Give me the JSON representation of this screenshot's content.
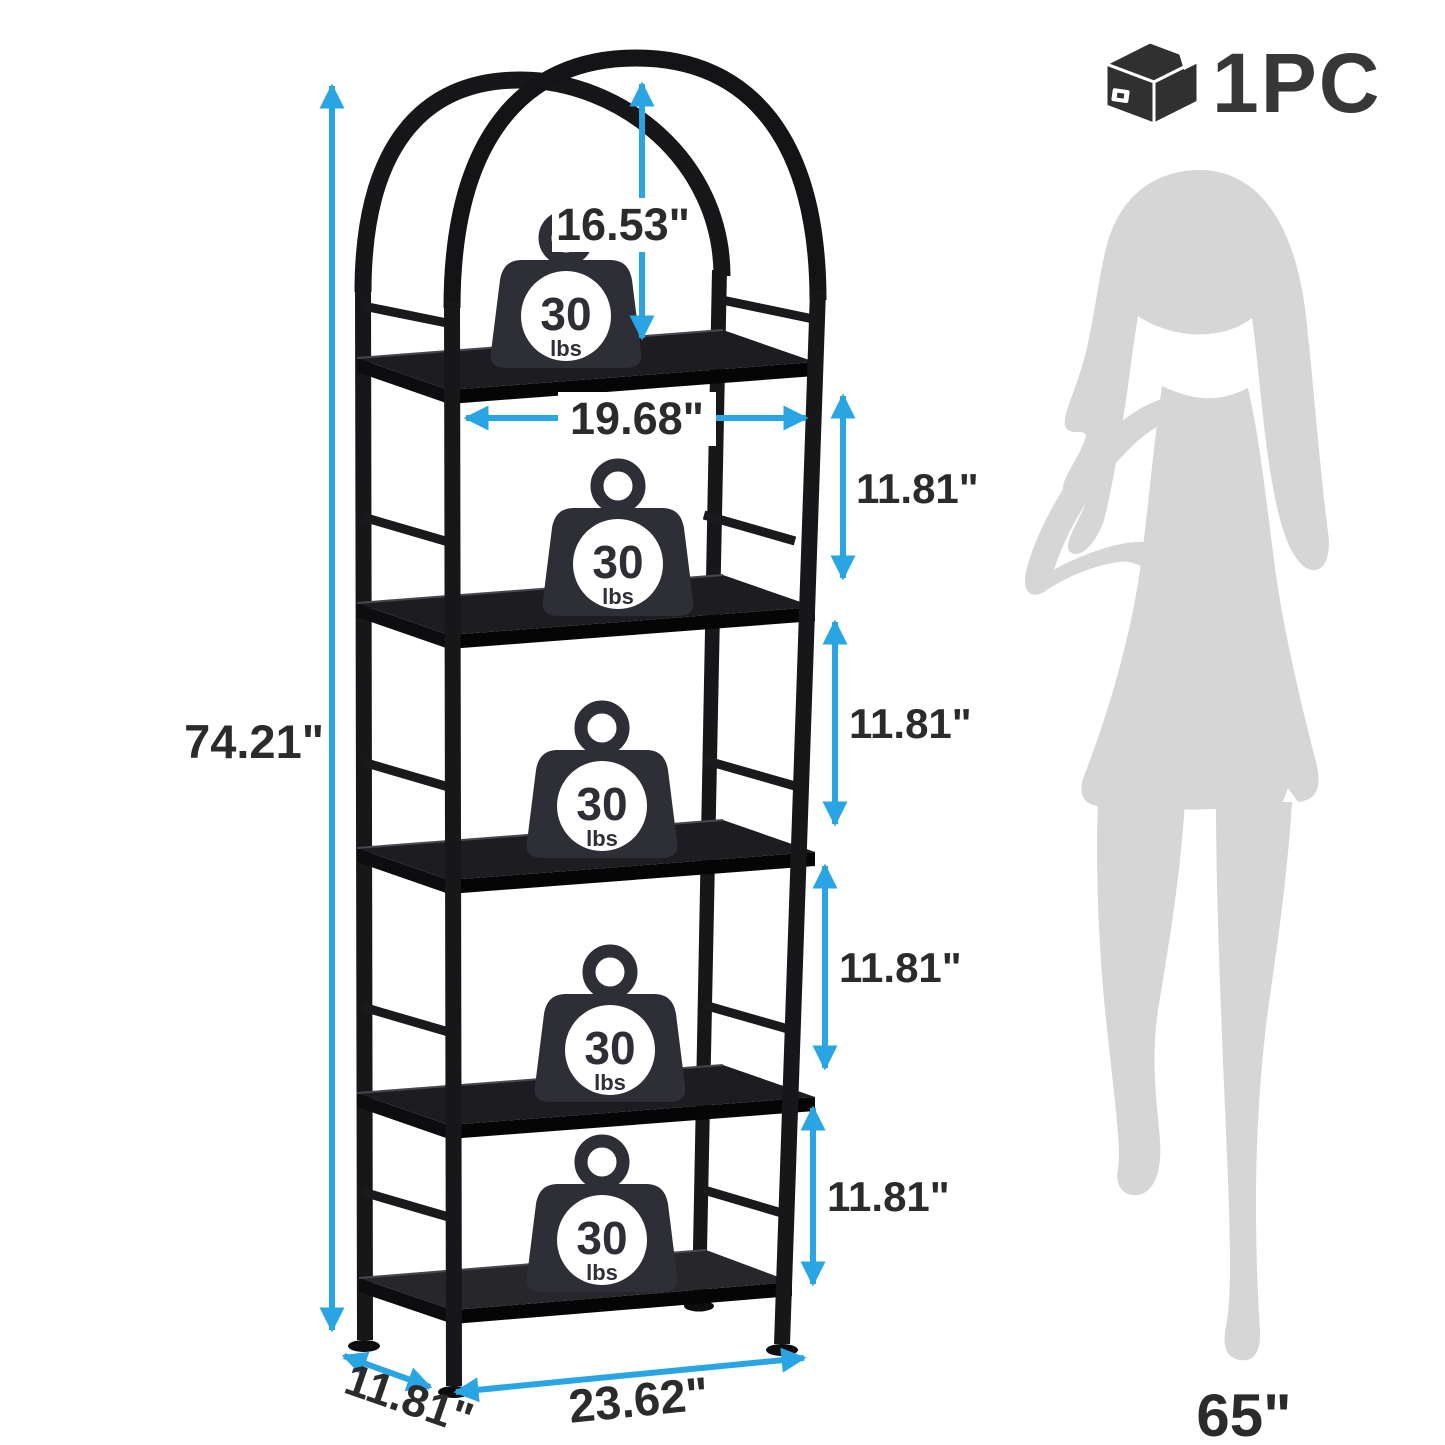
{
  "diagram": {
    "package": {
      "quantity": "1PC"
    },
    "person": {
      "height": "65\""
    },
    "dimensions": {
      "total_height": "74.21\"",
      "arch_height": "16.53\"",
      "inner_width": "19.68\"",
      "depth": "11.81\"",
      "base_width": "23.62\"",
      "shelf_spacings": [
        "11.81\"",
        "11.81\"",
        "11.81\"",
        "11.81\""
      ]
    },
    "shelves": [
      {
        "capacity": "30",
        "unit": "lbs"
      },
      {
        "capacity": "30",
        "unit": "lbs"
      },
      {
        "capacity": "30",
        "unit": "lbs"
      },
      {
        "capacity": "30",
        "unit": "lbs"
      },
      {
        "capacity": "30",
        "unit": "lbs"
      }
    ],
    "colors": {
      "accent": "#29A5E3",
      "frame": "#17171a",
      "text": "#2b2b2b",
      "silhouette": "#d6d6d6"
    }
  }
}
